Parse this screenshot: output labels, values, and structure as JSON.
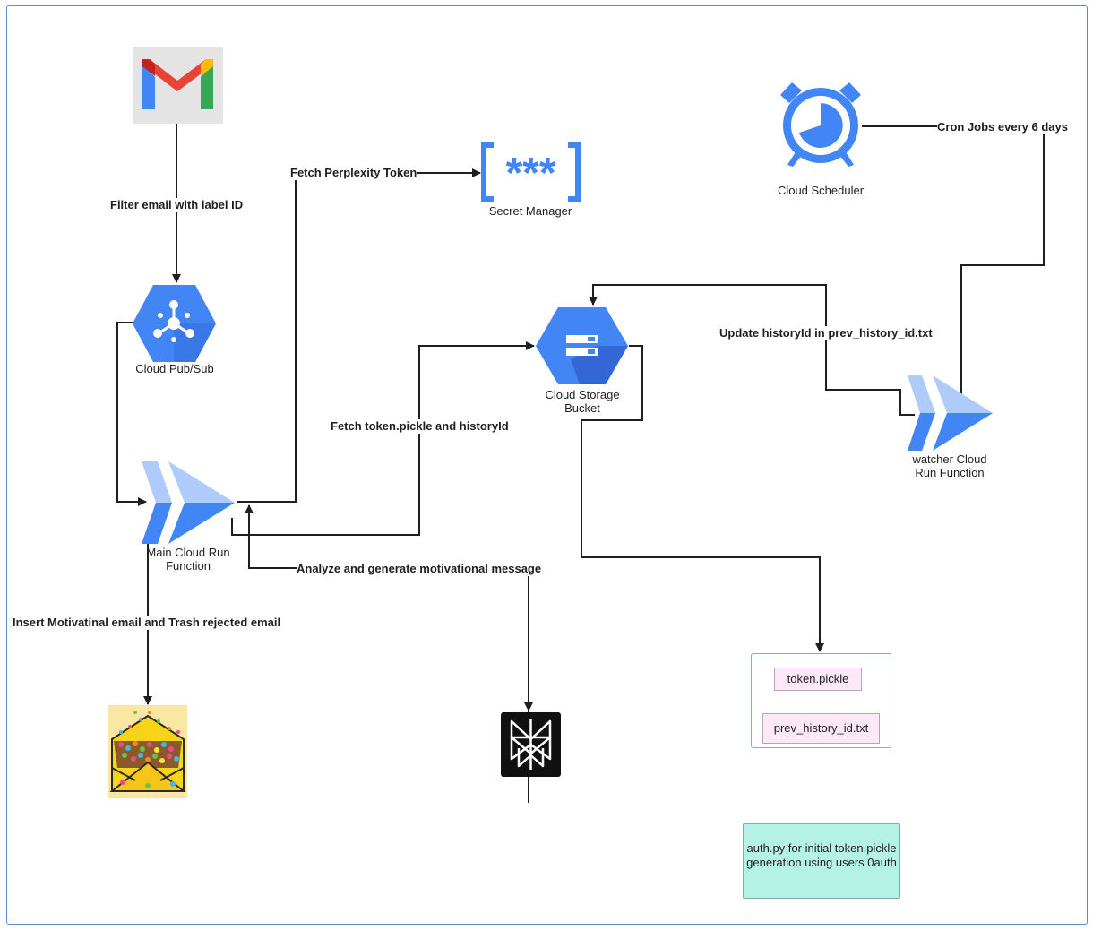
{
  "nodes": {
    "gmail": {
      "label": ""
    },
    "pubsub": {
      "label": "Cloud Pub/Sub"
    },
    "main_run": {
      "label": "Main Cloud Run Function"
    },
    "secret_manager": {
      "label": "Secret Manager"
    },
    "storage": {
      "label": "Cloud Storage Bucket"
    },
    "scheduler": {
      "label": "Cloud Scheduler"
    },
    "watcher_run": {
      "label": "watcher Cloud Run Function"
    }
  },
  "edges": {
    "filter": "Filter email with label ID",
    "fetch_token": "Fetch Perplexity Token",
    "fetch_pickle": "Fetch token.pickle and historyId",
    "analyze": "Analyze and generate motivational message",
    "insert": "Insert Motivatinal email and Trash rejected email",
    "update": "Update historyId in prev_history_id.txt",
    "cron": "Cron Jobs every 6 days"
  },
  "files": {
    "token": "token.pickle",
    "history": "prev_history_id.txt"
  },
  "note": "auth.py for initial token.pickle generation using users 0auth",
  "colors": {
    "gcp_blue": "#4285f4",
    "gcp_light": "#aecbfa",
    "arrow": "#1f1f1f",
    "file_fill": "#fde8f7",
    "note_fill": "#b3f2e5"
  }
}
